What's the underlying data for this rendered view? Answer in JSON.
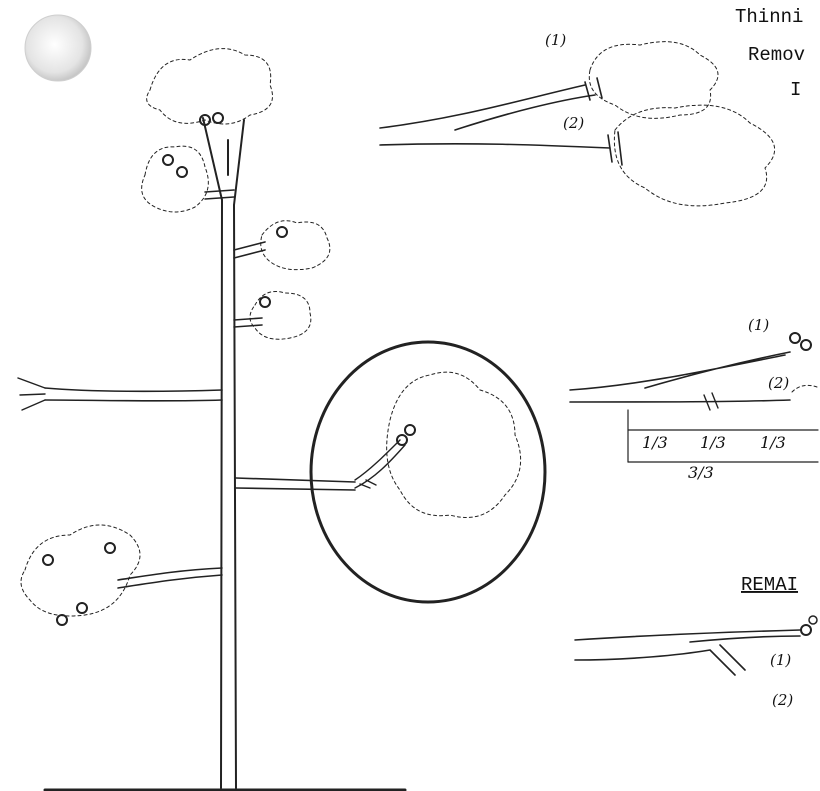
{
  "notes": {
    "line1": "Thinni",
    "line2": "Remov",
    "line3": "I",
    "remaining": "REMAI"
  },
  "labels": {
    "one": "(1)",
    "two": "(2)"
  },
  "measure": {
    "third": "1/3",
    "whole": "3/3"
  },
  "colors": {
    "ink": "#222222",
    "moon": "#c9c9c9"
  }
}
